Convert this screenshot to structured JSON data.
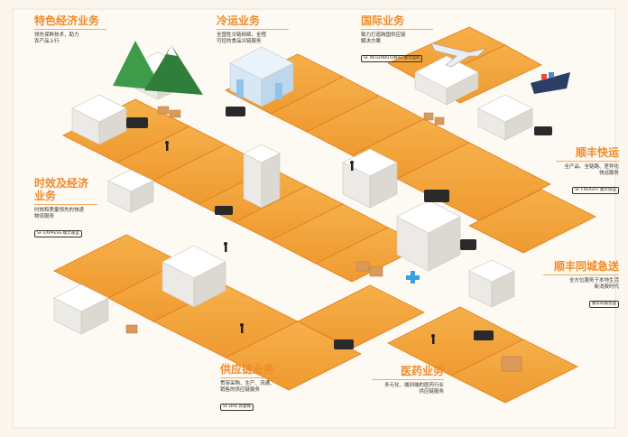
{
  "sections": {
    "economy": {
      "title": "特色经济业务",
      "desc": [
        "领先保鲜技术，助力",
        "农产品上行"
      ]
    },
    "cold_chain": {
      "title": "冷运业务",
      "desc": [
        "全国性冷链网络，全程",
        "可控的食品冷链服务"
      ]
    },
    "international": {
      "title": "国际业务",
      "desc": [
        "致力打造跨国供应链",
        "解决方案"
      ],
      "logo": "SF INTERNATIONAL 顺丰国际"
    },
    "express": {
      "title": "顺丰快运",
      "desc": [
        "全产品、全链路、差异化",
        "快运服务"
      ],
      "logo": "SF FREIGHT 顺丰快运"
    },
    "time_economy": {
      "title": "时效及经济业务",
      "desc": [
        "时效和质量领先的快递",
        "物流服务"
      ],
      "logo": "SF EXPRESS 顺丰速运"
    },
    "same_city": {
      "title": "顺丰同城急送",
      "desc": [
        "全方位服务于本地生活",
        "新消费时代"
      ],
      "logo": "顺丰同城急送"
    },
    "supply_chain": {
      "title": "供应链业务",
      "desc": [
        "贯穿采购、生产、流通、",
        "销售的供应链服务"
      ],
      "logo": "SF DHL 新夏晖"
    },
    "medicine": {
      "title": "医药业务",
      "desc": [
        "多元化、端到端的医药行业",
        "供应链服务"
      ]
    }
  },
  "colors": {
    "accent": "#f08a2a",
    "road": "#f3a23a",
    "road_edge": "#e07f1f",
    "background": "#fbf6ee",
    "building": "#ffffff",
    "truck": "#2a2a2a"
  }
}
